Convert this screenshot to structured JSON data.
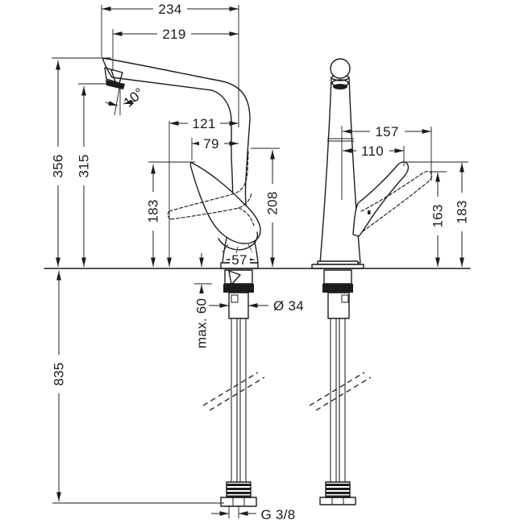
{
  "colors": {
    "line": "#1c1c1c",
    "background": "#ffffff"
  },
  "labels": {
    "reach_total": "234",
    "reach_spout": "219",
    "spray_angle": "10°",
    "lever_back_reach": "121",
    "lever_tip_reach": "79",
    "total_height": "356",
    "outlet_height": "315",
    "lever_height_side": "183",
    "lever_raised_height": "208",
    "base_width": "57",
    "max_counter_thickness": "max. 60",
    "shank_diameter": "Ø 34",
    "hose_length": "835",
    "connection_thread": "G 3/8",
    "lever_open_reach_front": "157",
    "lever_reach_front": "110",
    "lever_open_height_front": "163",
    "lever_height_front": "183"
  }
}
